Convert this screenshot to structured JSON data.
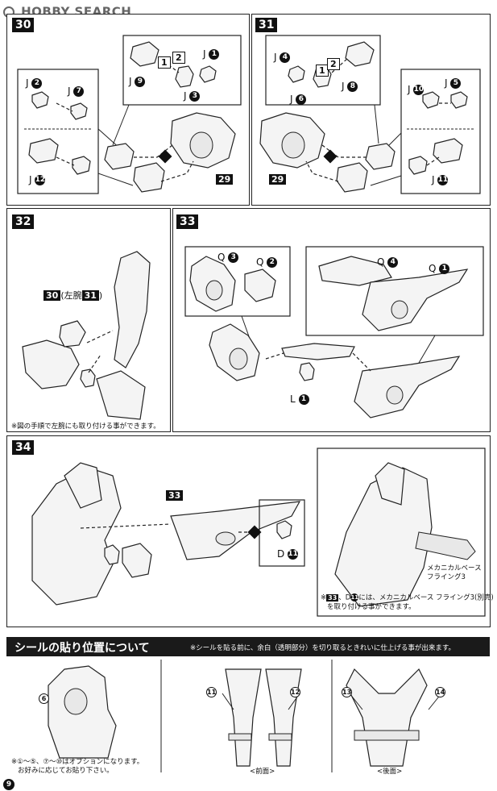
{
  "header": {
    "brand": "HOBBY SEARCH"
  },
  "steps": {
    "s30": {
      "num": "30",
      "parts": {
        "j1": "J",
        "j9": "J",
        "j3": "J",
        "j2": "J",
        "j7": "J",
        "j12": "J",
        "ref": "29",
        "b1": "1",
        "b2": "2"
      },
      "nums": {
        "n1": "1",
        "n9": "9",
        "n3": "3",
        "n2": "2",
        "n7": "7",
        "n12": "12"
      }
    },
    "s31": {
      "num": "31",
      "parts": {
        "j4": "J",
        "j6": "J",
        "j8": "J",
        "j10": "J",
        "j5": "J",
        "j11": "J",
        "ref": "29",
        "b1": "1",
        "b2": "2"
      },
      "nums": {
        "n4": "4",
        "n6": "6",
        "n8": "8",
        "n10": "10",
        "n5": "5",
        "n11": "11"
      }
    },
    "s32": {
      "num": "32",
      "ref_a": "30",
      "label_pre": "(左腕",
      "ref_b": "31",
      "label_post": ")",
      "note": "※図の手順で左腕にも取り付ける事ができます。"
    },
    "s33": {
      "num": "33",
      "q3": "Q",
      "q2": "Q",
      "q4": "Q",
      "q1": "Q",
      "l1": "L",
      "nums": {
        "q3": "3",
        "q2": "2",
        "q4": "4",
        "q1": "1",
        "l1": "1"
      }
    },
    "s34": {
      "num": "34",
      "ref": "33",
      "d11": "D",
      "d11n": "11",
      "base_label_1": "メカニカルベース",
      "base_label_2": "フライング3",
      "note_ref": "33",
      "note_1a": "、D",
      "note_1b": "には、メカニカルベース フライング3(別売)",
      "note_2": "を取り付ける事ができます。"
    }
  },
  "seal": {
    "title": "シールの貼り位置について",
    "subtitle": "※シールを貼る前に、余白（透明部分）を切り取るときれいに仕上げる事が出来ます。",
    "n6": "6",
    "n11": "11",
    "n12": "12",
    "n13": "13",
    "n14": "14",
    "note_1": "※①〜⑤、⑦〜⑩はオプションになります。",
    "note_2": "お好みに応じてお貼り下さい。",
    "front_label": "<前面>",
    "back_label": "<後面>"
  },
  "page_number": "9"
}
